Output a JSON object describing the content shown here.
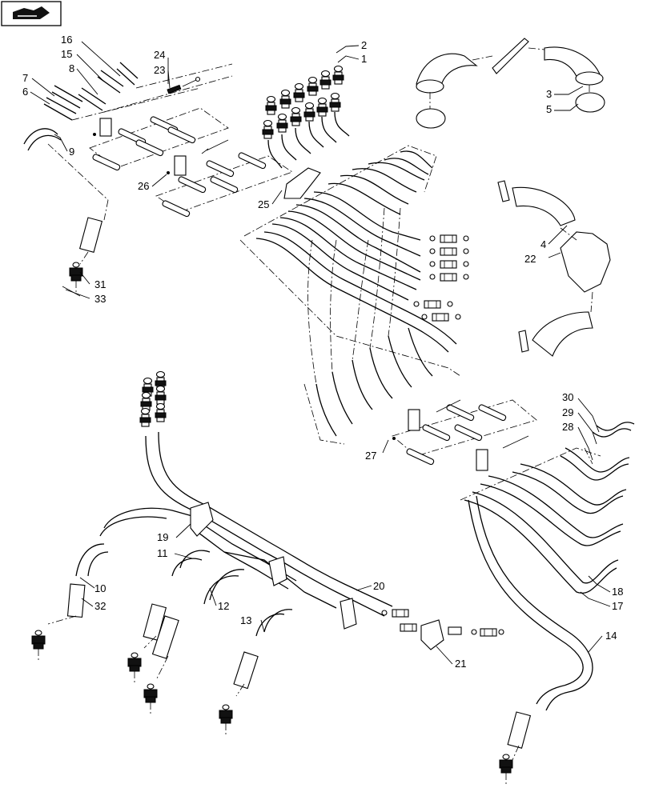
{
  "toolbar": {
    "nav_icon": "page-forward-icon"
  },
  "callouts": {
    "c1": "1",
    "c2": "2",
    "c3": "3",
    "c4": "4",
    "c5": "5",
    "c6": "6",
    "c7": "7",
    "c8": "8",
    "c9": "9",
    "c10": "10",
    "c11": "11",
    "c12": "12",
    "c13": "13",
    "c14": "14",
    "c15": "15",
    "c16": "16",
    "c17": "17",
    "c18": "18",
    "c19": "19",
    "c20": "20",
    "c21": "21",
    "c22": "22",
    "c23": "23",
    "c24": "24",
    "c25": "25",
    "c26": "26",
    "c27": "27",
    "c28": "28",
    "c29": "29",
    "c30": "30",
    "c31": "31",
    "c32": "32",
    "c33": "33"
  }
}
